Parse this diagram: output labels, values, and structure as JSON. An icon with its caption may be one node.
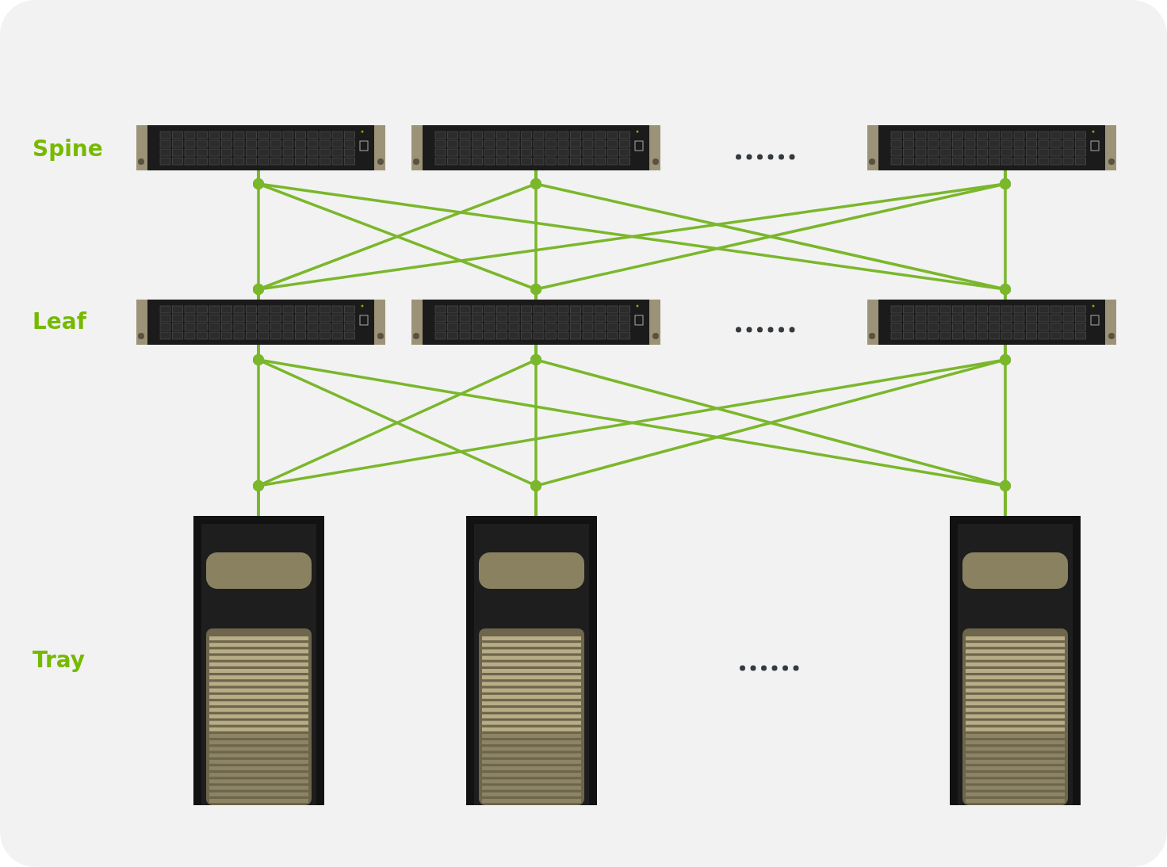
{
  "diagram": {
    "nodes": [
      {
        "text": [],
        "shape": "picture"
      },
      {
        "text": [],
        "shape": "picture"
      },
      {
        "text": [],
        "shape": "picture"
      },
      {
        "text": [],
        "shape": "picture"
      },
      {
        "text": [],
        "shape": "picture"
      },
      {
        "text": [],
        "shape": "picture"
      },
      {
        "text": [],
        "shape": "picture"
      },
      {
        "text": [],
        "shape": "picture"
      },
      {
        "text": [],
        "shape": "picture"
      }
    ],
    "edges": [
      {
        "from": 0,
        "to": 3,
        "arrow": "other"
      },
      {
        "from": 0,
        "to": 4,
        "arrow": "other"
      },
      {
        "from": 0,
        "to": 5,
        "arrow": "other"
      },
      {
        "from": 1,
        "to": 3,
        "arrow": "other"
      },
      {
        "from": 1,
        "to": 4,
        "arrow": "other"
      },
      {
        "from": 1,
        "to": 5,
        "arrow": "other"
      },
      {
        "from": 2,
        "to": 3,
        "arrow": "other"
      },
      {
        "from": 2,
        "to": 4,
        "arrow": "other"
      },
      {
        "from": 2,
        "to": 5,
        "arrow": "other"
      },
      {
        "from": 3,
        "to": 6,
        "arrow": "other"
      },
      {
        "from": 3,
        "to": 7,
        "arrow": "other"
      },
      {
        "from": 3,
        "to": 8,
        "arrow": "other"
      },
      {
        "from": 4,
        "to": 6,
        "arrow": "other"
      },
      {
        "from": 4,
        "to": 7,
        "arrow": "other"
      },
      {
        "from": 4,
        "to": 8,
        "arrow": "other"
      },
      {
        "from": 5,
        "to": 6,
        "arrow": "other"
      },
      {
        "from": 5,
        "to": 7,
        "arrow": "other"
      },
      {
        "from": 5,
        "to": 8,
        "arrow": "other"
      }
    ],
    "labels": [
      "Spine",
      "Leaf",
      "Tray"
    ]
  }
}
